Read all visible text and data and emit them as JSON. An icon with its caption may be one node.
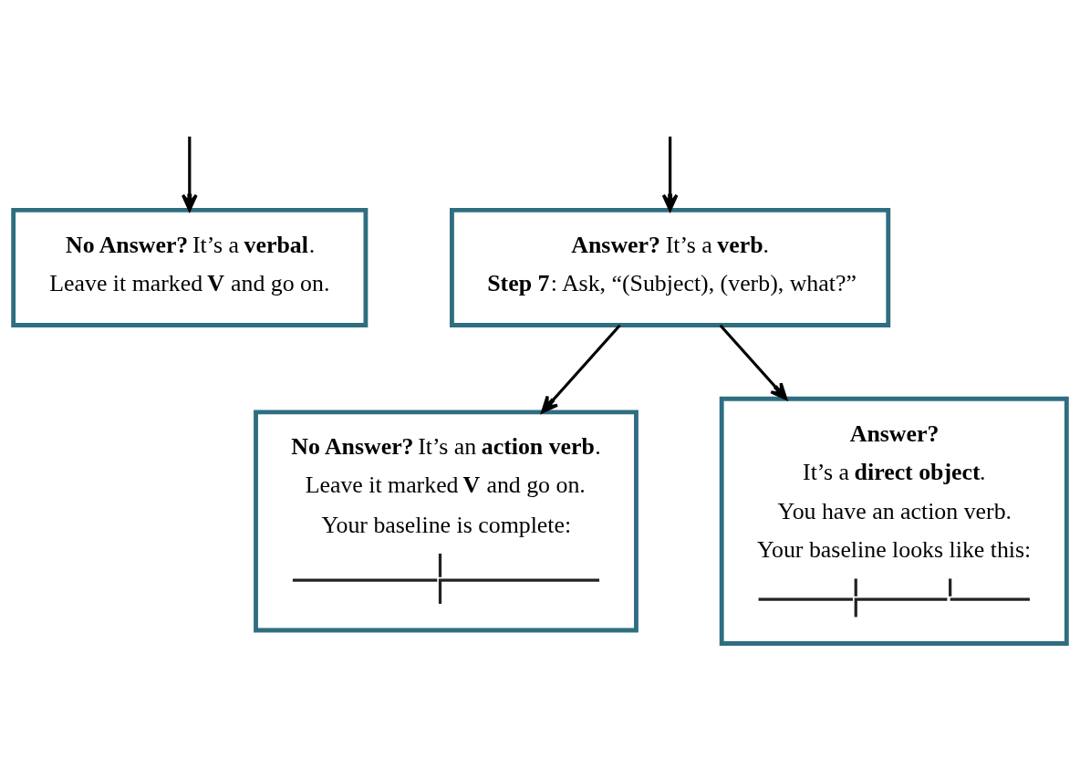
{
  "diagram": {
    "nodes": [
      {
        "text": [
          "**No Answer?** It’s a **verbal**.",
          "Leave it marked **V** and go on."
        ]
      },
      {
        "text": [
          "**Answer?** It’s a **verb**.",
          "**Step 7**: Ask, “(Subject), (verb), what?”"
        ]
      },
      {
        "text": [
          "**No Answer?** It’s an **action verb**.",
          "Leave it marked **V** and go on.",
          "Your baseline is complete:"
        ]
      },
      {
        "text": [
          "**Answer?**",
          "It’s a **direct object**.",
          "You have an action verb.",
          "Your baseline looks like this:"
        ]
      }
    ],
    "edges": [
      {
        "from": null,
        "to": 0,
        "arrow": "to"
      },
      {
        "from": null,
        "to": 1,
        "arrow": "to"
      },
      {
        "from": 1,
        "to": 2,
        "arrow": "to"
      },
      {
        "from": 1,
        "to": 3,
        "arrow": "to"
      }
    ]
  }
}
